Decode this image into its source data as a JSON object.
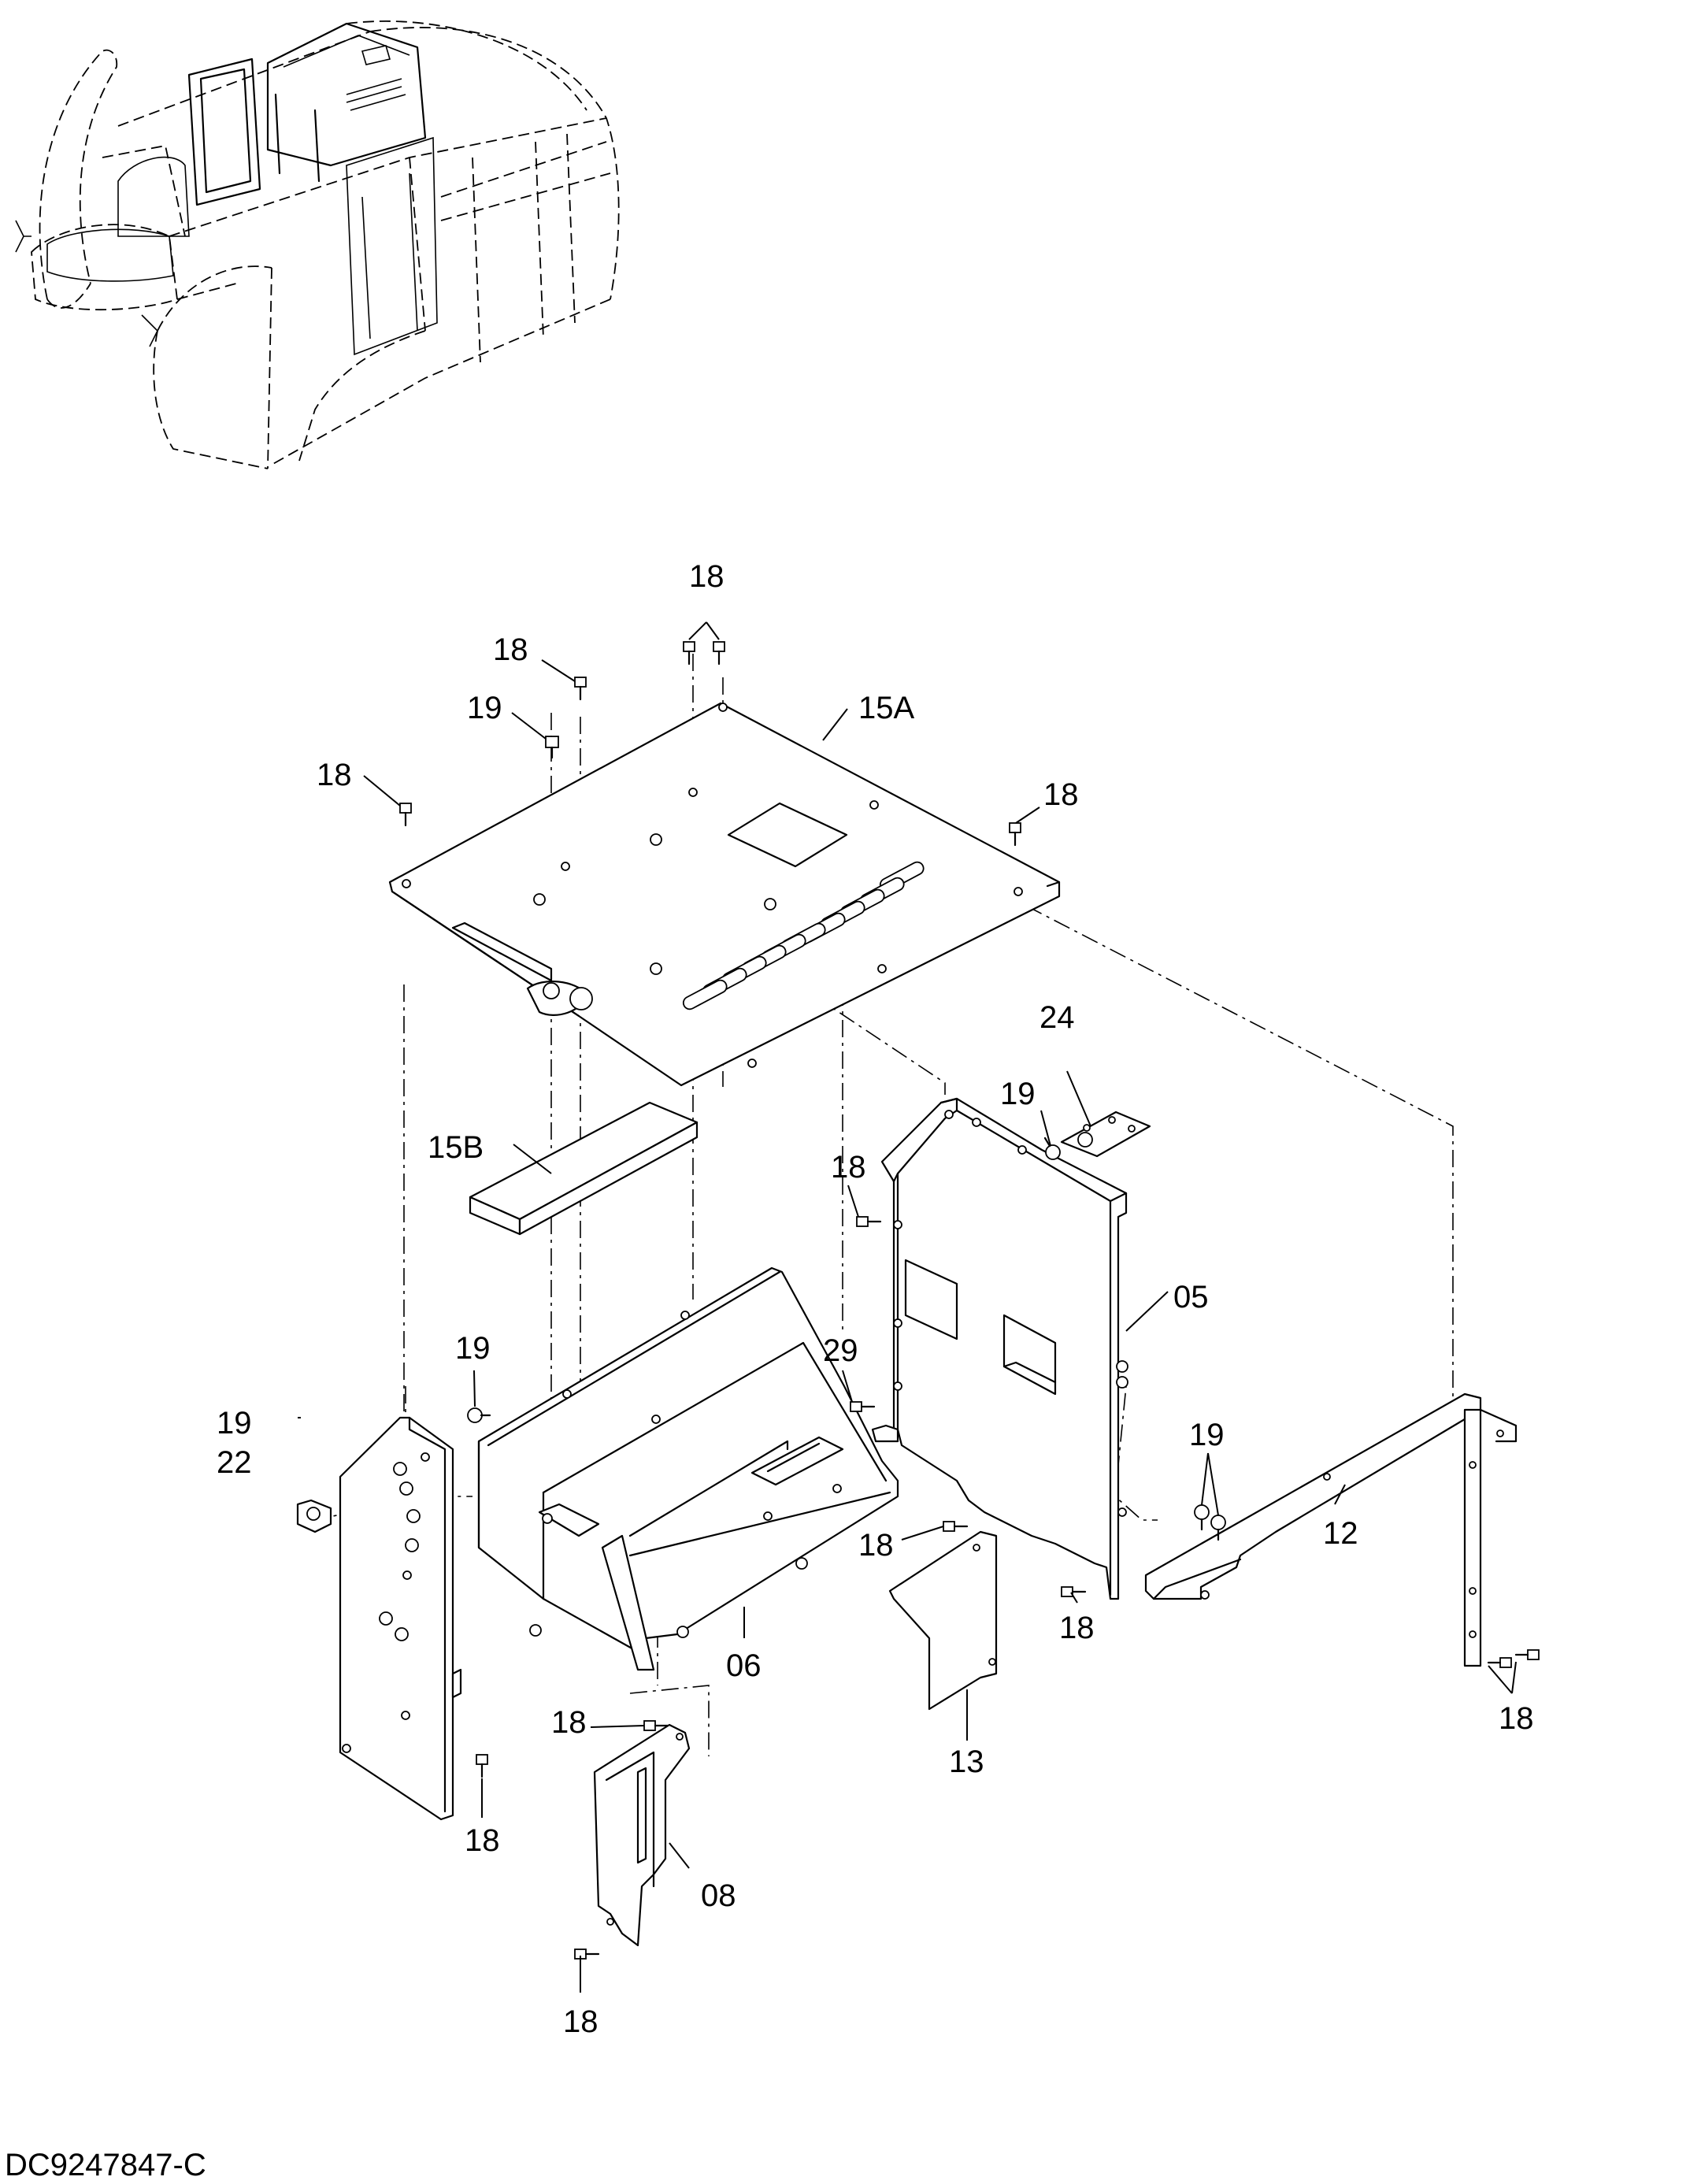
{
  "drawing_number": "DC9247847-C",
  "callouts": {
    "c18_top_pair": "18",
    "c18_top_left": "18",
    "c19_top": "19",
    "c18_left": "18",
    "c15A": "15A",
    "c18_right": "18",
    "c24": "24",
    "c19_mid": "19",
    "c15B": "15B",
    "c18_panel05": "18",
    "c05": "05",
    "c19_leftmid": "19",
    "c29": "29",
    "c19_left": "19",
    "c22": "22",
    "c19_right": "19",
    "c12": "12",
    "c18_box": "18",
    "c18_05bottom": "18",
    "c06": "06",
    "c18_bracket08": "18",
    "c13": "13",
    "c18_panelleft": "18",
    "c08": "08",
    "c18_bottom": "18",
    "c18_farright": "18"
  }
}
